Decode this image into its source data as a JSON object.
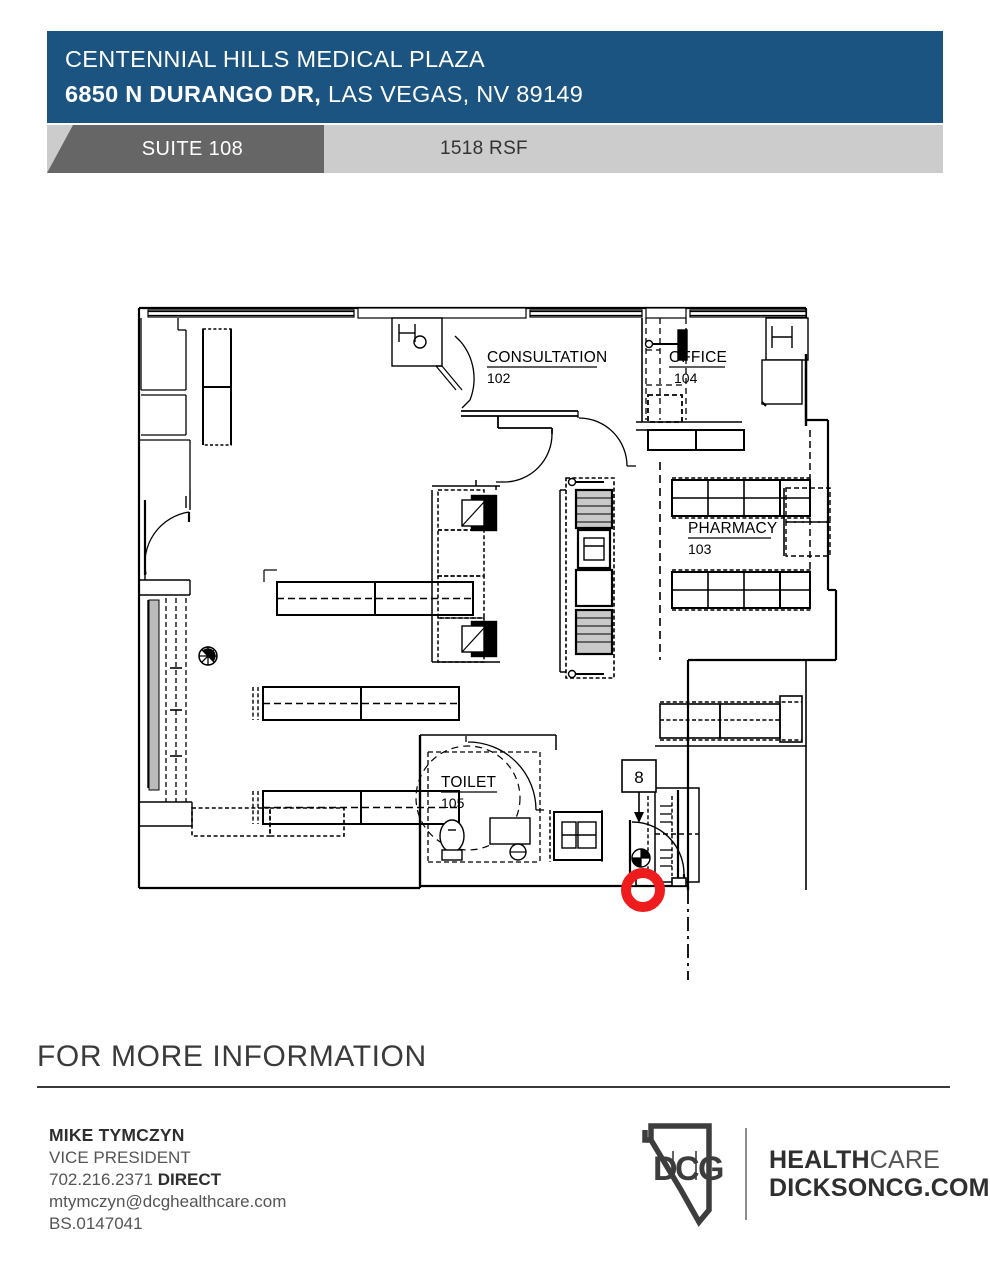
{
  "header": {
    "property_name": "CENTENNIAL HILLS MEDICAL PLAZA",
    "address_bold": "6850 N DURANGO DR,",
    "address_rest": " LAS VEGAS, NV 89149",
    "suite_label": "SUITE 108",
    "rsf_label": "1518 RSF",
    "blue": "#1b5481",
    "gray_tab": "#666666",
    "gray_band": "#cccccc"
  },
  "floorplan": {
    "title": "suite-108-floor-plan",
    "rooms": [
      {
        "name": "CONSULTATION",
        "number": "102"
      },
      {
        "name": "OFFICE",
        "number": "104"
      },
      {
        "name": "PHARMACY",
        "number": "103"
      },
      {
        "name": "TOILET",
        "number": "105"
      }
    ],
    "callout": {
      "label": "8"
    },
    "entry_marker_color": "#ee1c1c",
    "line_color": "#000000"
  },
  "footer": {
    "heading": "FOR MORE INFORMATION",
    "contact": {
      "name": "MIKE TYMCZYN",
      "title": "VICE PRESIDENT",
      "phone": "702.216.2371",
      "phone_tag": "DIRECT",
      "email": "mtymczyn@dcghealthcare.com",
      "license": "BS.0147041"
    },
    "logo": {
      "mark_letters": "DCG",
      "line1_bold": "HEALTH",
      "line1_light": "CARE",
      "line2": "DICKSONCG.COM"
    }
  }
}
